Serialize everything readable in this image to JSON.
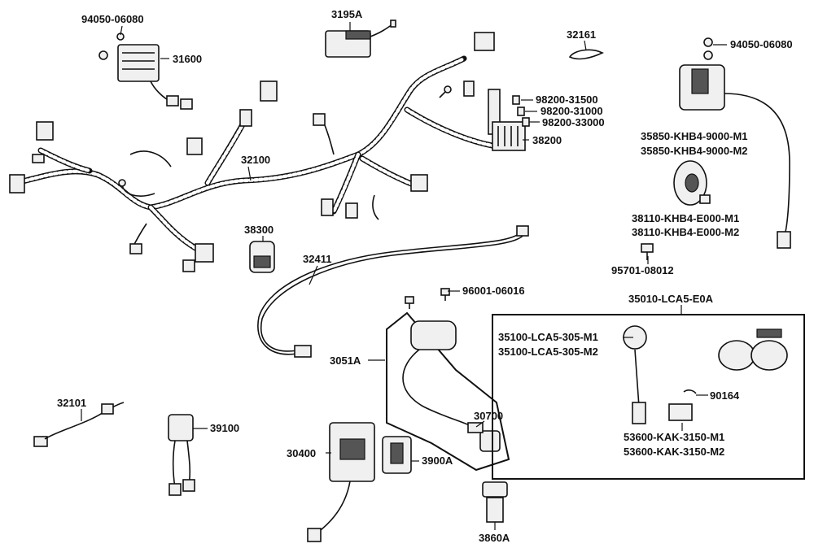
{
  "diagram": {
    "labels": {
      "l_9405_a": "94050-06080",
      "l_31600": "31600",
      "l_3195a": "3195A",
      "l_32161": "32161",
      "l_9405_b": "94050-06080",
      "l_98200_1": "98200-31500",
      "l_98200_2": "98200-31000",
      "l_98200_3": "98200-33000",
      "l_38200": "38200",
      "l_35850_1": "35850-KHB4-9000-M1",
      "l_35850_2": "35850-KHB4-9000-M2",
      "l_32100": "32100",
      "l_38300": "38300",
      "l_32411": "32411",
      "l_38110_1": "38110-KHB4-E000-M1",
      "l_38110_2": "38110-KHB4-E000-M2",
      "l_95701": "95701-08012",
      "l_96001": "96001-06016",
      "l_35010": "35010-LCA5-E0A",
      "l_35100_1": "35100-LCA5-305-M1",
      "l_35100_2": "35100-LCA5-305-M2",
      "l_3051a": "3051A",
      "l_90164": "90164",
      "l_32101": "32101",
      "l_39100": "39100",
      "l_30700": "30700",
      "l_53600_1": "53600-KAK-3150-M1",
      "l_53600_2": "53600-KAK-3150-M2",
      "l_30400": "30400",
      "l_3900a": "3900A",
      "l_3860a": "3860A"
    }
  }
}
